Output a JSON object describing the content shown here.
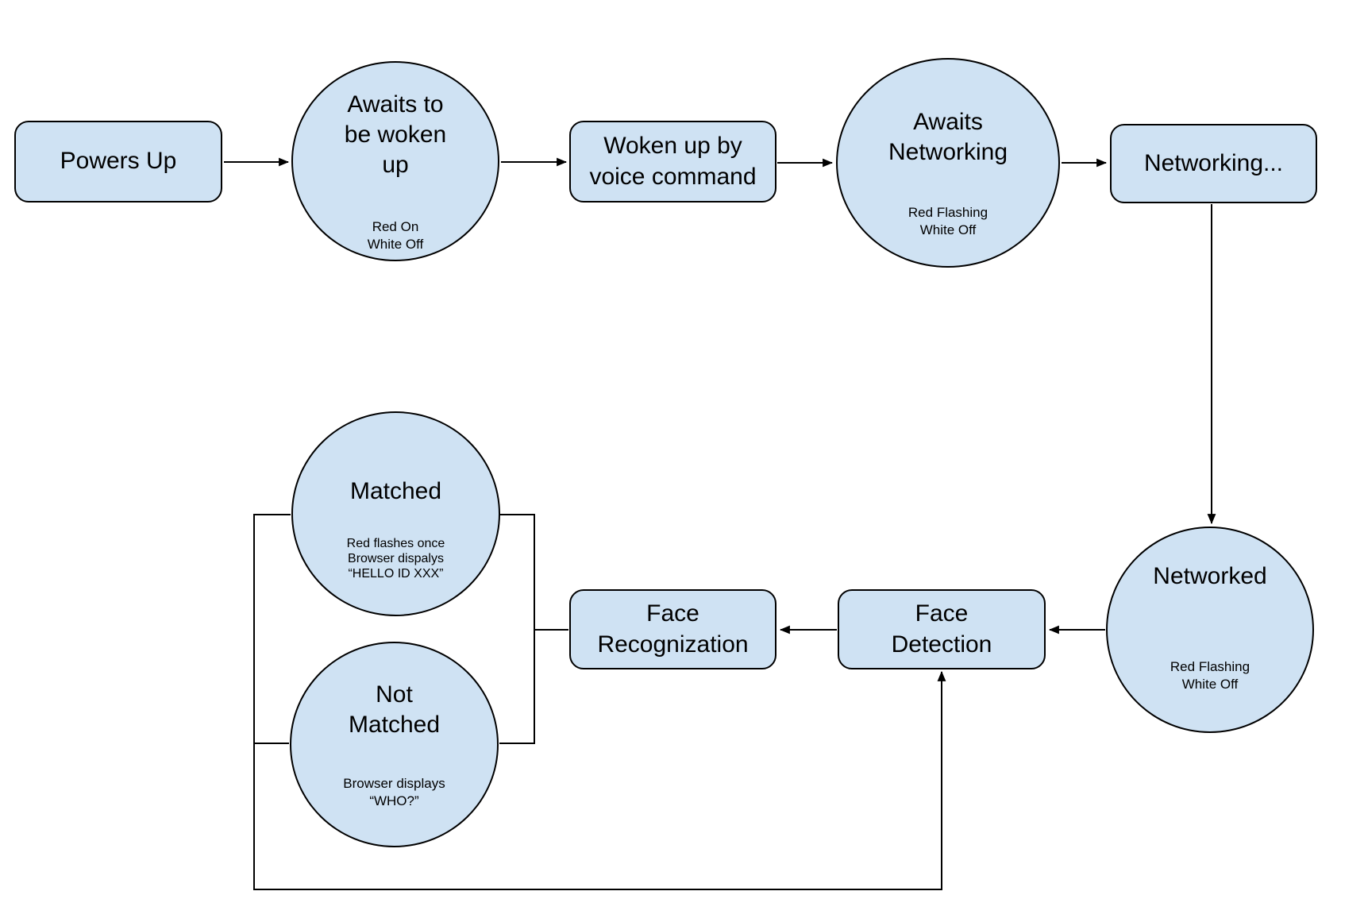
{
  "style": {
    "background": "#ffffff",
    "node_fill": "#cfe2f3",
    "node_border": "#000000",
    "line_color": "#000000"
  },
  "nodes": {
    "powers_up": {
      "label": "Powers Up"
    },
    "awaits_wake": {
      "title": "Awaits to\nbe woken\nup",
      "status": "Red On\nWhite Off"
    },
    "woken_up": {
      "label": "Woken up by\nvoice command"
    },
    "awaits_networking": {
      "title": "Awaits\nNetworking",
      "status": "Red Flashing\nWhite Off"
    },
    "networking": {
      "label": "Networking..."
    },
    "networked": {
      "title": "Networked",
      "status": "Red Flashing\nWhite Off"
    },
    "face_recognization": {
      "label": "Face\nRecognization"
    },
    "face_detection": {
      "label": "Face\nDetection"
    },
    "matched": {
      "title": "Matched",
      "status": "Red flashes once\nBrowser dispalys\n“HELLO ID XXX”"
    },
    "not_matched": {
      "title": "Not\nMatched",
      "status": "Browser displays\n“WHO?”"
    }
  },
  "edges": [
    {
      "from": "powers_up",
      "to": "awaits_wake",
      "style": "arrow"
    },
    {
      "from": "awaits_wake",
      "to": "woken_up",
      "style": "arrow"
    },
    {
      "from": "woken_up",
      "to": "awaits_networking",
      "style": "arrow"
    },
    {
      "from": "awaits_networking",
      "to": "networking",
      "style": "arrow"
    },
    {
      "from": "networking",
      "to": "networked",
      "style": "arrow"
    },
    {
      "from": "networked",
      "to": "face_detection",
      "style": "arrow"
    },
    {
      "from": "face_detection",
      "to": "face_recognization",
      "style": "arrow"
    },
    {
      "from": "face_recognization",
      "to": "matched",
      "style": "bracket"
    },
    {
      "from": "face_recognization",
      "to": "not_matched",
      "style": "bracket"
    },
    {
      "from": "matched",
      "to": "face_detection",
      "style": "loop-arrow"
    },
    {
      "from": "not_matched",
      "to": "face_detection",
      "style": "loop-arrow"
    }
  ]
}
